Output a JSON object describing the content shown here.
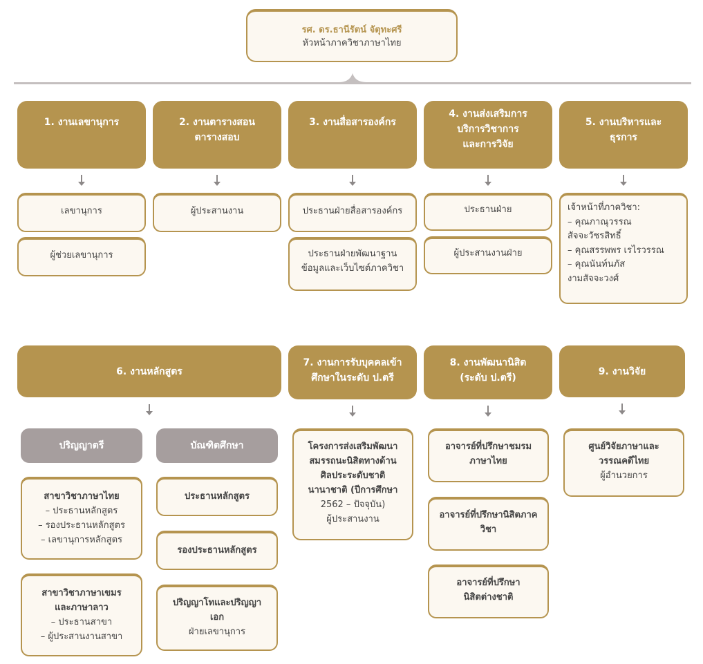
{
  "root": {
    "name": "รศ. ดร.ธานีรัตน์ จัตุทะศรี",
    "title": "หัวหน้าภาควิชาภาษาไทย"
  },
  "colors": {
    "gold": "#b5944f",
    "cream": "#fcf8f1",
    "gray_sub": "#a69e9e",
    "connector": "#c4bfbf",
    "arrow": "#8c8888"
  },
  "row1": [
    {
      "header": [
        "1. งานเลขานุการ"
      ],
      "leaves": [
        {
          "lines": [
            "เลขานุการ"
          ]
        },
        {
          "lines": [
            "ผู้ช่วยเลขานุการ"
          ]
        }
      ]
    },
    {
      "header": [
        "2. งานตารางสอน",
        "ตารางสอบ"
      ],
      "leaves": [
        {
          "lines": [
            "ผู้ประสานงาน"
          ]
        }
      ]
    },
    {
      "header": [
        "3. งานสื่อสารองค์กร"
      ],
      "leaves": [
        {
          "lines": [
            "ประธานฝ่ายสื่อสารองค์กร"
          ]
        },
        {
          "lines": [
            "ประธานฝ่ายพัฒนาฐาน",
            "ข้อมูลและเว็บไซต์ภาควิชา"
          ]
        }
      ]
    },
    {
      "header": [
        "4. งานส่งเสริมการ",
        "บริการวิชาการ",
        "และการวิจัย"
      ],
      "leaves": [
        {
          "lines": [
            "ประธานฝ่าย"
          ]
        },
        {
          "lines": [
            "ผู้ประสานงานฝ่าย"
          ]
        }
      ]
    },
    {
      "header": [
        "5. งานบริหารและ",
        "ธุรการ"
      ],
      "leaves": [
        {
          "lines": [
            "เจ้าหน้าที่ภาควิชา:",
            "– คุณภาณุวรรณ",
            "สัจจะวัชรสิทธิ์",
            "– คุณสรรพพร เรไรวรรณ",
            "– คุณนันท์นภัส",
            "งามสัจจะวงศ์"
          ]
        }
      ]
    }
  ],
  "row2": {
    "curriculum": {
      "header": "6. งานหลักสูตร",
      "groups": [
        {
          "label": "ปริญญาตรี",
          "leaves": [
            {
              "title": "สาขาวิชาภาษาไทย",
              "lines": [
                "– ประธานหลักสูตร",
                "– รองประธานหลักสูตร",
                "– เลขานุการหลักสูตร"
              ]
            },
            {
              "title": "สาขาวิชาภาษาเขมร",
              "title2": "และภาษาลาว",
              "lines": [
                "– ประธานสาขา",
                "– ผู้ประสานงานสาขา"
              ]
            }
          ]
        },
        {
          "label": "บัณฑิตศึกษา",
          "leaves": [
            {
              "title": "ประธานหลักสูตร"
            },
            {
              "title": "รองประธานหลักสูตร"
            },
            {
              "title": "ปริญญาโทและปริญญา",
              "title2": "เอก",
              "lines": [
                "ฝ่ายเลขานุการ"
              ]
            }
          ]
        }
      ]
    },
    "admission": {
      "header": [
        "7. งานการรับบุคคลเข้า",
        "ศึกษาในระดับ ป.ตรี"
      ],
      "leaves": [
        {
          "title_lines": [
            "โครงการส่งเสริมพัฒนา",
            "สมรรถนะนิสิตทางด้าน",
            "ศิลประระดับชาติ",
            "นานาชาติ (ปีการศึกษา"
          ],
          "lines": [
            "2562 – ปัจจุบัน)",
            "ผู้ประสานงาน"
          ]
        }
      ]
    },
    "student_dev": {
      "header": [
        "8. งานพัฒนานิสิต",
        "(ระดับ ป.ตรี)"
      ],
      "leaves": [
        {
          "title_lines": [
            "อาจารย์ที่ปรึกษาชมรม",
            "ภาษาไทย"
          ]
        },
        {
          "title_lines": [
            "อาจารย์ที่ปรึกษานิสิตภาค",
            "วิชา"
          ]
        },
        {
          "title_lines": [
            "อาจารย์ที่ปรึกษา",
            "นิสิตต่างชาติ"
          ]
        }
      ]
    },
    "research": {
      "header": [
        "9. งานวิจัย"
      ],
      "leaves": [
        {
          "title_lines": [
            "ศูนย์วิจัยภาษาและ",
            "วรรณคดีไทย"
          ],
          "lines": [
            "ผู้อำนวยการ"
          ]
        }
      ]
    }
  }
}
